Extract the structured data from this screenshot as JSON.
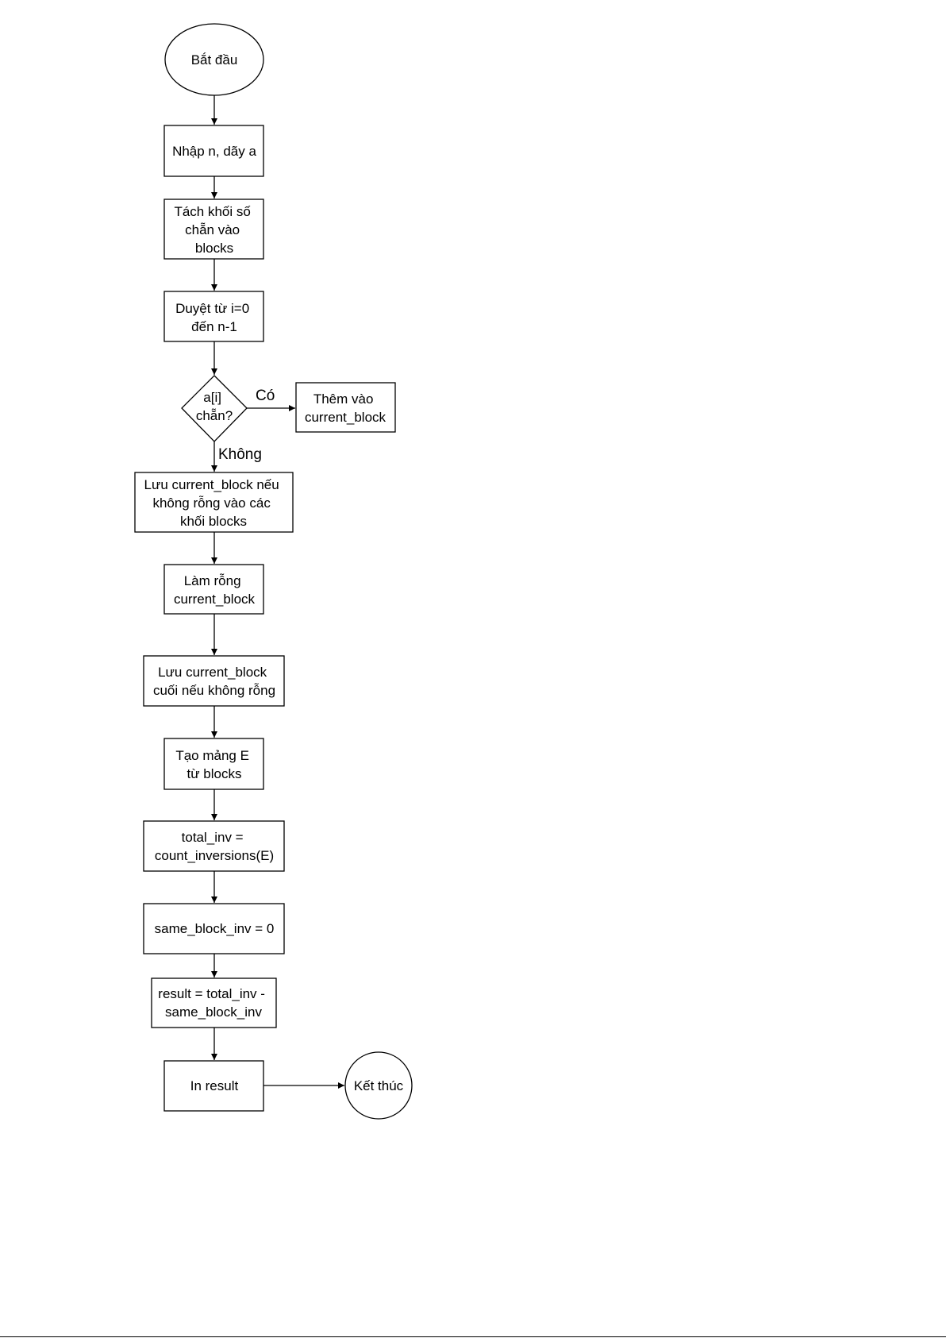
{
  "nodes": {
    "start": [
      "Bắt đầu"
    ],
    "input": [
      "Nhập n, dãy a"
    ],
    "split": [
      "Tách khối số",
      "chẵn vào",
      "blocks"
    ],
    "loop": [
      "Duyệt từ i=0",
      "đến n-1"
    ],
    "decision": [
      "a[i]",
      "chẵn?"
    ],
    "add": [
      "Thêm vào",
      "current_block"
    ],
    "save": [
      "Lưu current_block nếu",
      "không rỗng vào các",
      "khối blocks"
    ],
    "clear": [
      "Làm rỗng",
      "current_block"
    ],
    "save_last": [
      "Lưu current_block",
      "cuối nếu không rỗng"
    ],
    "make_e": [
      "Tạo mảng E",
      "từ blocks"
    ],
    "total": [
      "total_inv =",
      "count_inversions(E)"
    ],
    "same": [
      "same_block_inv = 0"
    ],
    "result": [
      "result = total_inv -",
      "same_block_inv"
    ],
    "print": [
      "In result"
    ],
    "end": [
      "Kết thúc"
    ]
  },
  "edge_labels": {
    "yes": "Có",
    "no": "Không"
  }
}
